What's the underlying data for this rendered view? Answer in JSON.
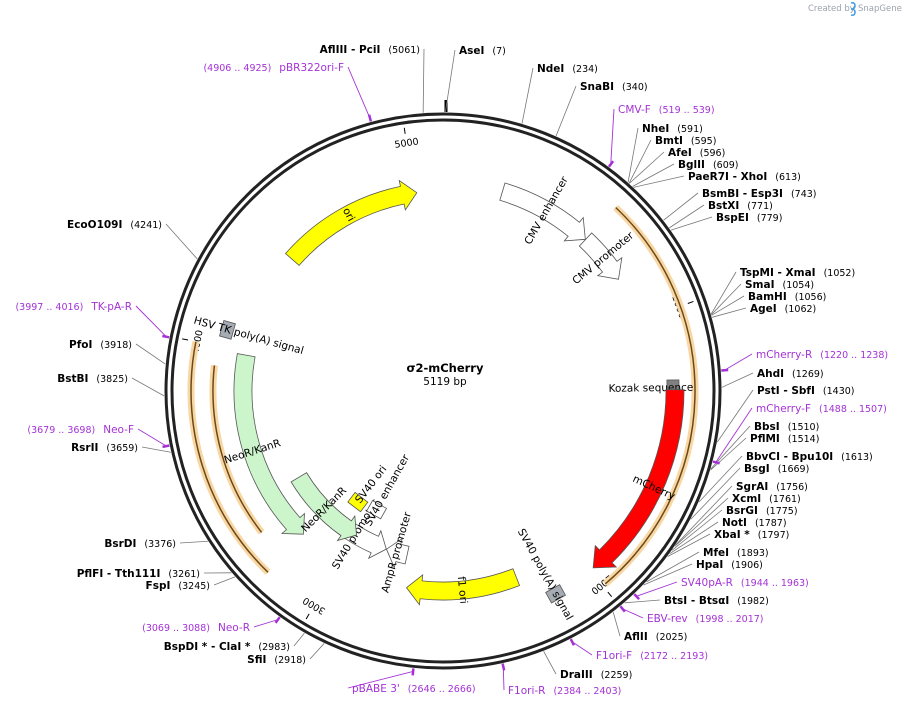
{
  "header": {
    "credit": "Created by",
    "brand": "SnapGene"
  },
  "plasmid": {
    "name": "σ2-mCherry",
    "size": "5119 bp",
    "length": 5119
  },
  "ruler_ticks": [
    "1000",
    "2000",
    "3000",
    "4000",
    "5000"
  ],
  "features": [
    {
      "name": "CMV enhancer",
      "start": 236,
      "end": 614,
      "dir": 1,
      "color": "#ffffff"
    },
    {
      "name": "CMV promoter",
      "start": 615,
      "end": 818,
      "dir": 1,
      "color": "#ffffff"
    },
    {
      "name": "Kozak sequence",
      "start": 1264,
      "end": 1274,
      "dir": 0,
      "color": "#808080"
    },
    {
      "name": "mCherry",
      "start": 1275,
      "end": 1986,
      "dir": 1,
      "color": "#ff0000"
    },
    {
      "name": "SV40 poly(A) signal",
      "start": 2086,
      "end": 2207,
      "dir": 0,
      "color": "#a6acb3"
    },
    {
      "name": "f1 ori",
      "start": 2254,
      "end": 2709,
      "dir": 1,
      "color": "#ffff00"
    },
    {
      "name": "AmpR promoter",
      "start": 2735,
      "end": 2839,
      "dir": 1,
      "color": "#ffffff"
    },
    {
      "name": "SV40 promoter",
      "start": 2840,
      "end": 3169,
      "dir": -1,
      "color": "#ffffff"
    },
    {
      "name": "SV40 ori",
      "start": 3025,
      "end": 3160,
      "dir": 0,
      "color": "#ffff00"
    },
    {
      "name": "SV40 enhancer",
      "start": 2890,
      "end": 3060,
      "dir": 0,
      "color": "#ffffff"
    },
    {
      "name": "NeoR/KanR",
      "start": 3189,
      "end": 3986,
      "dir": -1,
      "color": "#ccf5cc"
    },
    {
      "name": "NeoR/KanR",
      "start": 3000,
      "end": 3400,
      "dir": -1,
      "color": "#ccf5cc"
    },
    {
      "name": "HSV TK poly(A) signal",
      "start": 4056,
      "end": 4073,
      "dir": 0,
      "color": "#a6acb3"
    },
    {
      "name": "ori",
      "start": 4424,
      "end": 5012,
      "dir": 1,
      "color": "#ffff00"
    }
  ],
  "enzymes": [
    {
      "name": "AseI",
      "pos": "(7)"
    },
    {
      "name": "NdeI",
      "pos": "(234)"
    },
    {
      "name": "SnaBI",
      "pos": "(340)"
    },
    {
      "name": "NheI",
      "pos": "(591)"
    },
    {
      "name": "BmtI",
      "pos": "(595)"
    },
    {
      "name": "AfeI",
      "pos": "(596)"
    },
    {
      "name": "BglII",
      "pos": "(609)"
    },
    {
      "name": "PaeR7I - XhoI",
      "pos": "(613)"
    },
    {
      "name": "BsmBI - Esp3I",
      "pos": "(743)"
    },
    {
      "name": "BstXI",
      "pos": "(771)"
    },
    {
      "name": "BspEI",
      "pos": "(779)"
    },
    {
      "name": "TspMI - XmaI",
      "pos": "(1052)"
    },
    {
      "name": "SmaI",
      "pos": "(1054)"
    },
    {
      "name": "BamHI",
      "pos": "(1056)"
    },
    {
      "name": "AgeI",
      "pos": "(1062)"
    },
    {
      "name": "AhdI",
      "pos": "(1269)"
    },
    {
      "name": "PstI - SbfI",
      "pos": "(1430)"
    },
    {
      "name": "BbsI",
      "pos": "(1510)"
    },
    {
      "name": "PflMI",
      "pos": "(1514)"
    },
    {
      "name": "BbvCI - Bpu10I",
      "pos": "(1613)"
    },
    {
      "name": "BsgI",
      "pos": "(1669)"
    },
    {
      "name": "SgrAI",
      "pos": "(1756)"
    },
    {
      "name": "XcmI",
      "pos": "(1761)"
    },
    {
      "name": "BsrGI",
      "pos": "(1775)"
    },
    {
      "name": "NotI",
      "pos": "(1787)"
    },
    {
      "name": "XbaI *",
      "pos": "(1797)"
    },
    {
      "name": "MfeI",
      "pos": "(1893)"
    },
    {
      "name": "HpaI",
      "pos": "(1906)"
    },
    {
      "name": "BtsI - BtsαI",
      "pos": "(1982)"
    },
    {
      "name": "AflII",
      "pos": "(2025)"
    },
    {
      "name": "DraIII",
      "pos": "(2259)"
    },
    {
      "name": "SfiI",
      "pos": "(2918)"
    },
    {
      "name": "BspDI * - ClaI *",
      "pos": "(2983)"
    },
    {
      "name": "FspI",
      "pos": "(3245)"
    },
    {
      "name": "PflFI - Tth111I",
      "pos": "(3261)"
    },
    {
      "name": "BsrDI",
      "pos": "(3376)"
    },
    {
      "name": "RsrII",
      "pos": "(3659)"
    },
    {
      "name": "BstBI",
      "pos": "(3825)"
    },
    {
      "name": "PfoI",
      "pos": "(3918)"
    },
    {
      "name": "EcoO109I",
      "pos": "(4241)"
    },
    {
      "name": "AflIII - PciI",
      "pos": "(5061)"
    }
  ],
  "primers": [
    {
      "name": "CMV-F",
      "range": "(519 .. 539)"
    },
    {
      "name": "mCherry-R",
      "range": "(1220 .. 1238)"
    },
    {
      "name": "mCherry-F",
      "range": "(1488 .. 1507)"
    },
    {
      "name": "SV40pA-R",
      "range": "(1944 .. 1963)"
    },
    {
      "name": "EBV-rev",
      "range": "(1998 .. 2017)"
    },
    {
      "name": "F1ori-F",
      "range": "(2172 .. 2193)"
    },
    {
      "name": "F1ori-R",
      "range": "(2384 .. 2403)"
    },
    {
      "name": "pBABE 3'",
      "range": "(2646 .. 2666)"
    },
    {
      "name": "Neo-R",
      "range": "(3069 .. 3088)"
    },
    {
      "name": "Neo-F",
      "range": "(3679 .. 3698)"
    },
    {
      "name": "TK-pA-R",
      "range": "(3997 .. 4016)"
    },
    {
      "name": "pBR322ori-F",
      "range": "(4906 .. 4925)"
    }
  ]
}
